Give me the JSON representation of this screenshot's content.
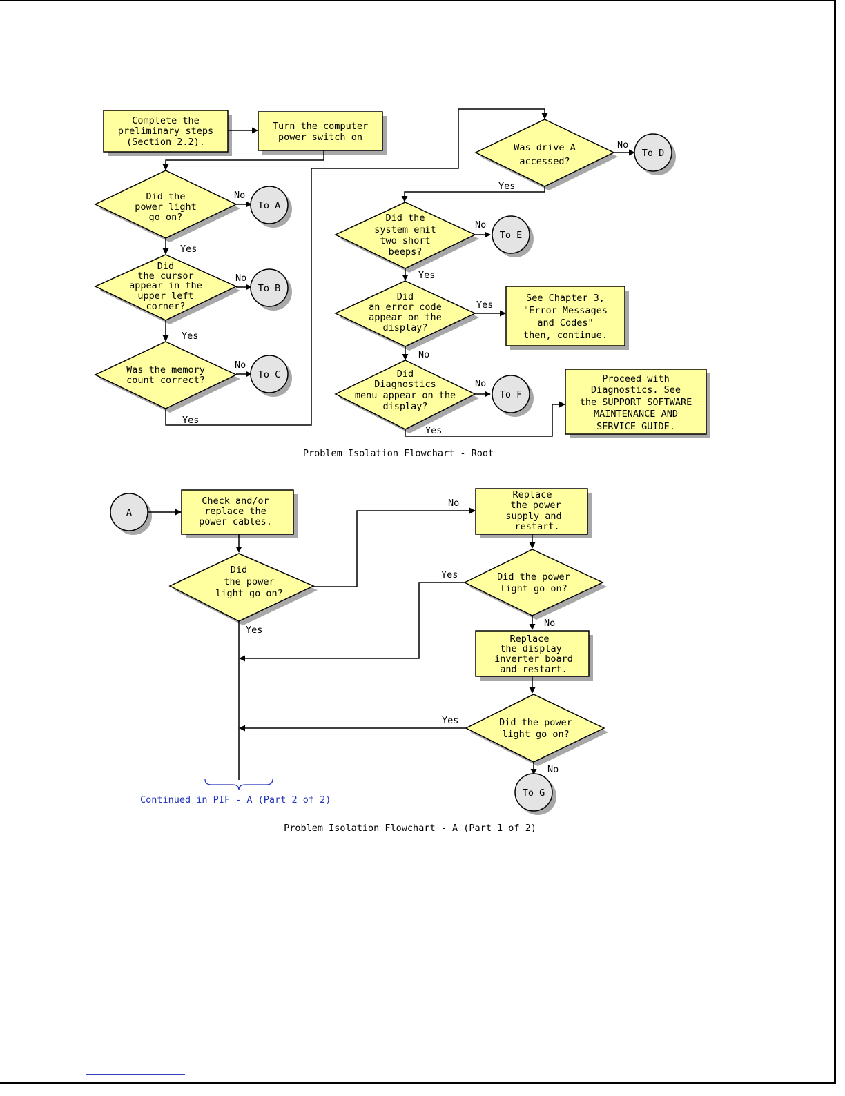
{
  "root": {
    "caption": "Problem Isolation Flowchart - Root",
    "prelim_box": [
      "Complete the",
      "preliminary steps",
      "(Section 2.2)."
    ],
    "power_switch_box": [
      "Turn the computer",
      "power switch on"
    ],
    "q_power_light": [
      "Did the",
      "power light",
      "go on?"
    ],
    "q_cursor": [
      "Did",
      "the cursor",
      "appear in the",
      "upper left",
      "corner?"
    ],
    "q_memory": [
      "Was the memory",
      "count correct?"
    ],
    "q_drive": [
      "Was drive A",
      "accessed?"
    ],
    "q_beeps": [
      "Did the",
      "system emit",
      "two short",
      "beeps?"
    ],
    "q_error": [
      "Did",
      "an error code",
      "appear on the",
      "display?"
    ],
    "q_diag": [
      "Did",
      "Diagnostics",
      "menu appear on the",
      "display?"
    ],
    "chapter_box": [
      "See Chapter 3,",
      "\"Error Messages",
      "and Codes\"",
      "then, continue."
    ],
    "diag_box": [
      "Proceed with",
      "Diagnostics.  See",
      "the SUPPORT SOFTWARE",
      "MAINTENANCE AND",
      "SERVICE GUIDE."
    ],
    "to_a": "To A",
    "to_b": "To B",
    "to_c": "To C",
    "to_d": "To D",
    "to_e": "To E",
    "to_f": "To F",
    "yes": "Yes",
    "no": "No"
  },
  "part_a": {
    "caption": "Problem Isolation Flowchart - A (Part 1 of 2)",
    "start": "A",
    "cables_box": [
      "Check and/or",
      "replace the",
      "power cables."
    ],
    "q1": [
      "Did",
      "the power",
      "light go on?"
    ],
    "supply_box": [
      "Replace",
      "the power",
      "supply and",
      "restart."
    ],
    "q2": [
      "Did the power",
      "light go on?"
    ],
    "inverter_box": [
      "Replace",
      "the display",
      "inverter board",
      "and restart."
    ],
    "q3": [
      "Did the power",
      "light go on?"
    ],
    "to_g": "To G",
    "continued": "Continued in PIF - A (Part 2 of 2)",
    "yes": "Yes",
    "no": "No"
  },
  "colors": {
    "box_fill": "#ffffa0",
    "shadow": "#a8a8a8",
    "connector_fill": "#e4e4e4",
    "continued_text": "#2233bb"
  }
}
